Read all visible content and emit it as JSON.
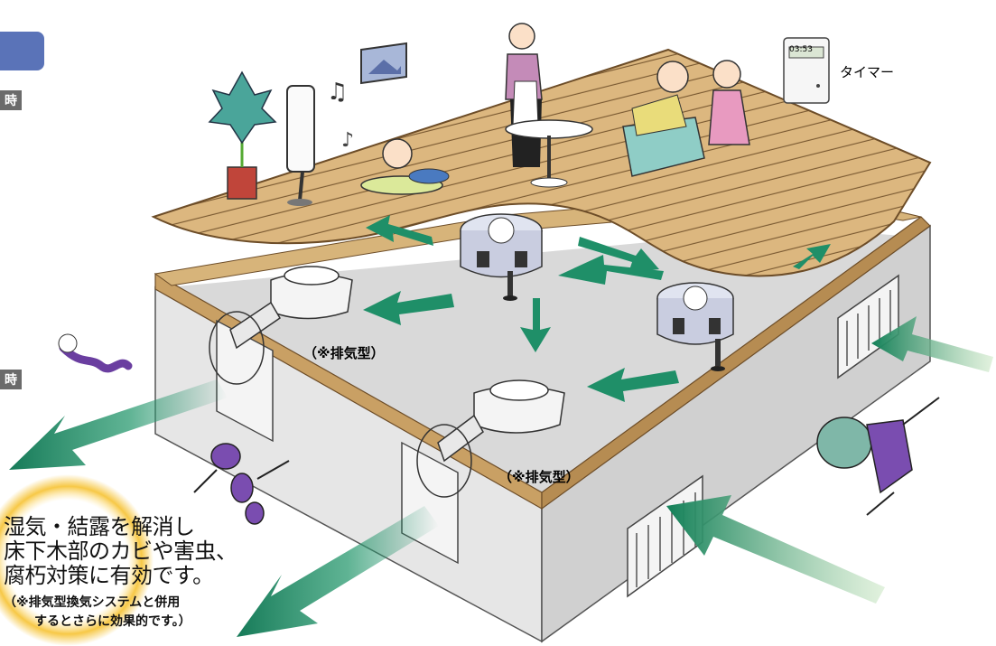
{
  "side_tags": [
    "時",
    "時"
  ],
  "timer_label": "タイマー",
  "timer_display": "03:53",
  "fan_labels": [
    "（※排気型）",
    "（※排気型）"
  ],
  "caption": {
    "lines": [
      "湿気・結露を解消し",
      "床下木部のカビや害虫、",
      "腐朽対策に有効です。"
    ],
    "notes": [
      "（※排気型換気システムと併用",
      "するとさらに効果的です。）"
    ]
  },
  "colors": {
    "tab": "#5a73b8",
    "arrow": "#1f8f68",
    "deck": "#d8b27a",
    "wall": "#e2e2e2",
    "highlight": "#f6c232"
  },
  "icons": [
    "fan-unit",
    "exhaust-fan",
    "airflow-arrow",
    "pest",
    "timer-device",
    "speaker",
    "plant",
    "picture-frame"
  ]
}
